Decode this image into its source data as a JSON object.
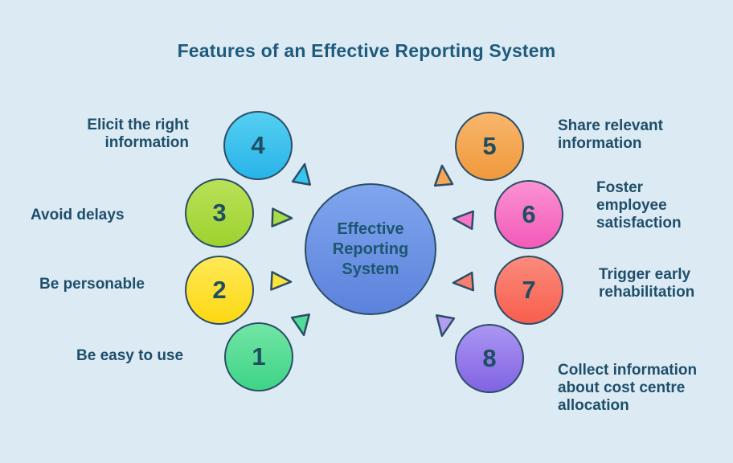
{
  "title": "Features of an Effective Reporting System",
  "center": {
    "label": "Effective\nReporting\nSystem",
    "fill_top": "#80a5ee",
    "fill_bottom": "#5c82dc"
  },
  "nodes": [
    {
      "num": "1",
      "label": "Be easy to use",
      "fill_top": "#72e5a5",
      "fill_bottom": "#3ed486",
      "arrow_color": "#4fdd95"
    },
    {
      "num": "2",
      "label": "Be personable",
      "fill_top": "#ffe957",
      "fill_bottom": "#fcd813",
      "arrow_color": "#fde23a"
    },
    {
      "num": "3",
      "label": "Avoid delays",
      "fill_top": "#b9e158",
      "fill_bottom": "#9ed22f",
      "arrow_color": "#a8dc46"
    },
    {
      "num": "4",
      "label": "Elicit the right\ninformation",
      "fill_top": "#55cff2",
      "fill_bottom": "#28b4e8",
      "arrow_color": "#35c7f0"
    },
    {
      "num": "5",
      "label": "Share relevant\ninformation",
      "fill_top": "#f8b66c",
      "fill_bottom": "#f0993c",
      "arrow_color": "#f5a753"
    },
    {
      "num": "6",
      "label": "Foster\nemployee\nsatisfaction",
      "fill_top": "#fb92d3",
      "fill_bottom": "#f35ab9",
      "arrow_color": "#f876c7"
    },
    {
      "num": "7",
      "label": "Trigger early\nrehabilitation",
      "fill_top": "#fb8b7c",
      "fill_bottom": "#f85e4d",
      "arrow_color": "#fa7e6d"
    },
    {
      "num": "8",
      "label": "Collect information\nabout cost centre\nallocation",
      "fill_top": "#ab96f2",
      "fill_bottom": "#8163e3",
      "arrow_color": "#b39cf4"
    }
  ],
  "colors": {
    "background": "#dcebf3",
    "stroke": "#2b4d67",
    "title_text": "#1e5a7e",
    "label_text": "#1e4e6b",
    "number_text": "#1f4e63"
  }
}
